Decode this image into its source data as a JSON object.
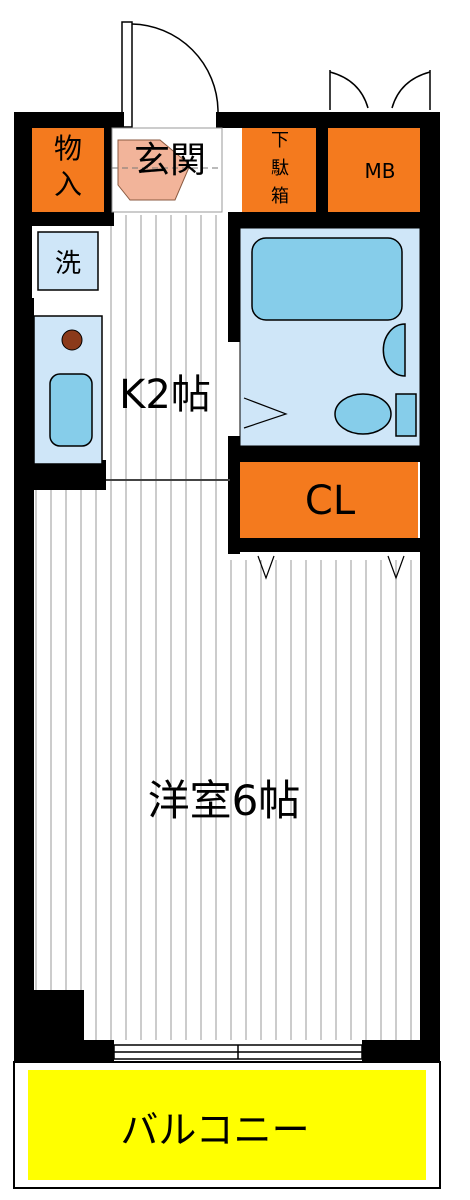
{
  "rooms": {
    "storage": "物入",
    "entrance": "玄関",
    "shoe_box": "下駄箱",
    "meter_box": "MB",
    "washer": "洗",
    "kitchen": "K2帖",
    "closet": "CL",
    "western_room": "洋室6帖",
    "balcony": "バルコニー"
  },
  "colors": {
    "wall": "#000000",
    "storage_orange": "#f47a1e",
    "wet_area_blue": "#cfe6f8",
    "fixture_blue": "#86cdea",
    "balcony_yellow": "#ffff00",
    "entrance_tile": "#f2b49a",
    "stove_brown": "#8b3a1a"
  }
}
